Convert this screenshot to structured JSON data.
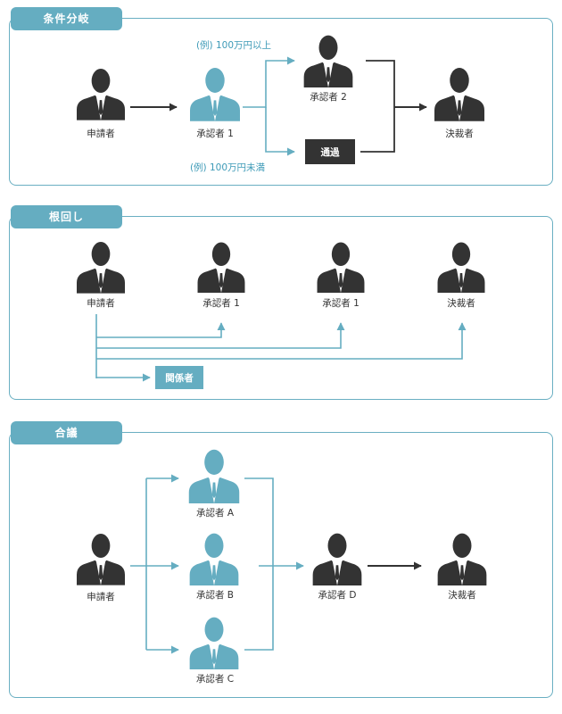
{
  "sections": [
    {
      "title": "条件分岐"
    },
    {
      "title": "根回し"
    },
    {
      "title": "合議"
    }
  ],
  "s1": {
    "applicant": "申請者",
    "approver1": "承認者 1",
    "approver2": "承認者 2",
    "pass": "通過",
    "final": "決裁者",
    "cond_upper": "(例) 100万円以上",
    "cond_lower": "(例) 100万円未満"
  },
  "s2": {
    "applicant": "申請者",
    "approver_a": "承認者 1",
    "approver_b": "承認者 1",
    "final": "決裁者",
    "related": "関係者"
  },
  "s3": {
    "applicant": "申請者",
    "approver_a": "承認者 A",
    "approver_b": "承認者 B",
    "approver_c": "承認者 C",
    "approver_d": "承認者 D",
    "final": "決裁者"
  },
  "colors": {
    "dark": "#333333",
    "accent": "#65adc1",
    "border": "#6aafc2",
    "note": "#3d9ab7"
  }
}
